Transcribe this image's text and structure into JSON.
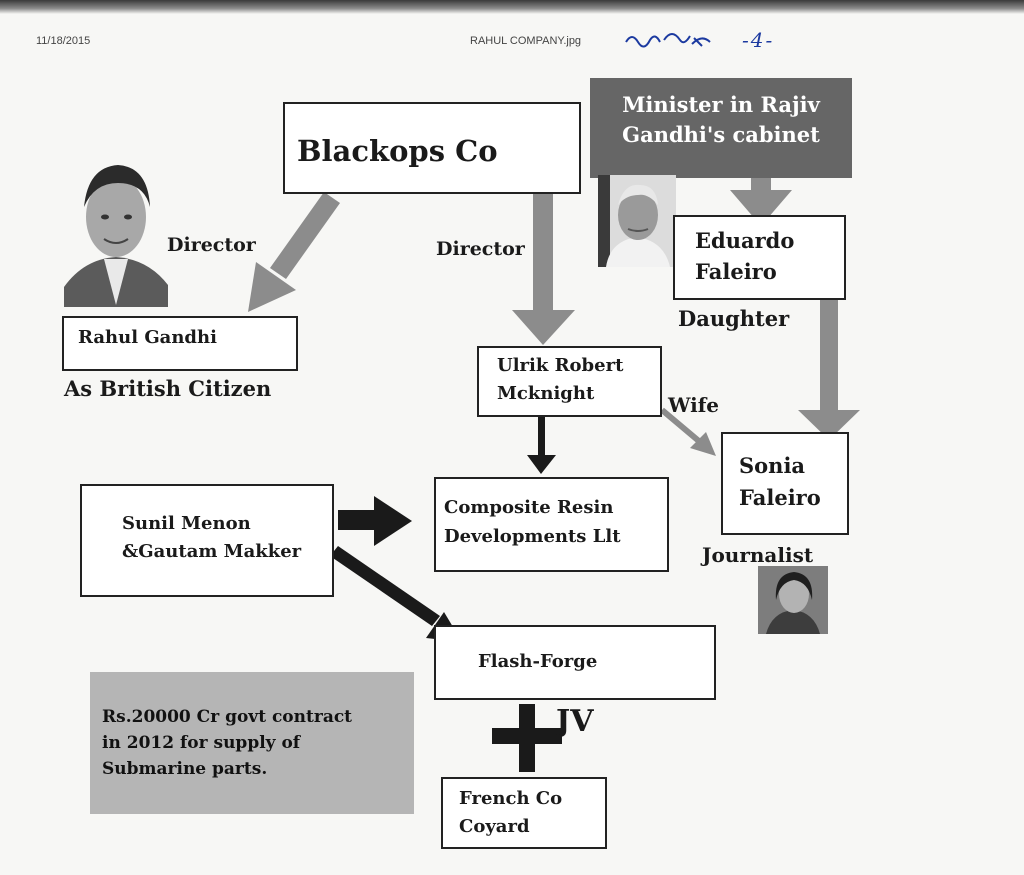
{
  "header": {
    "date": "11/18/2015",
    "filename": "RAHUL COMPANY.jpg",
    "handwritten_page": "-4-"
  },
  "diagram": {
    "blackops": "Blackops Co",
    "minister_banner": [
      "Minister in Rajiv",
      "Gandhi's cabinet"
    ],
    "director_left": "Director",
    "director_center": "Director",
    "rahul": "Rahul Gandhi",
    "rahul_note": "As British Citizen",
    "ulrik": [
      "Ulrik Robert",
      "Mcknight"
    ],
    "eduardo": [
      "Eduardo",
      "Faleiro"
    ],
    "daughter": "Daughter",
    "wife": "Wife",
    "sonia": [
      "Sonia",
      "Faleiro"
    ],
    "journalist": "Journalist",
    "sunil": [
      "Sunil Menon",
      "&Gautam Makker"
    ],
    "composite": [
      "Composite Resin",
      "Developments Llt"
    ],
    "flash": "Flash-Forge",
    "contract": [
      "Rs.20000 Cr govt contract",
      "in 2012 for supply of",
      "Submarine parts."
    ],
    "jv": "JV",
    "french": [
      "French Co",
      "Coyard"
    ]
  },
  "colors": {
    "arrow_gray": "#8c8c8c",
    "arrow_dark": "#1a1a1a",
    "banner_bg": "#666666",
    "contract_bg": "#b5b5b5",
    "ink_blue": "#1c3aa0"
  }
}
